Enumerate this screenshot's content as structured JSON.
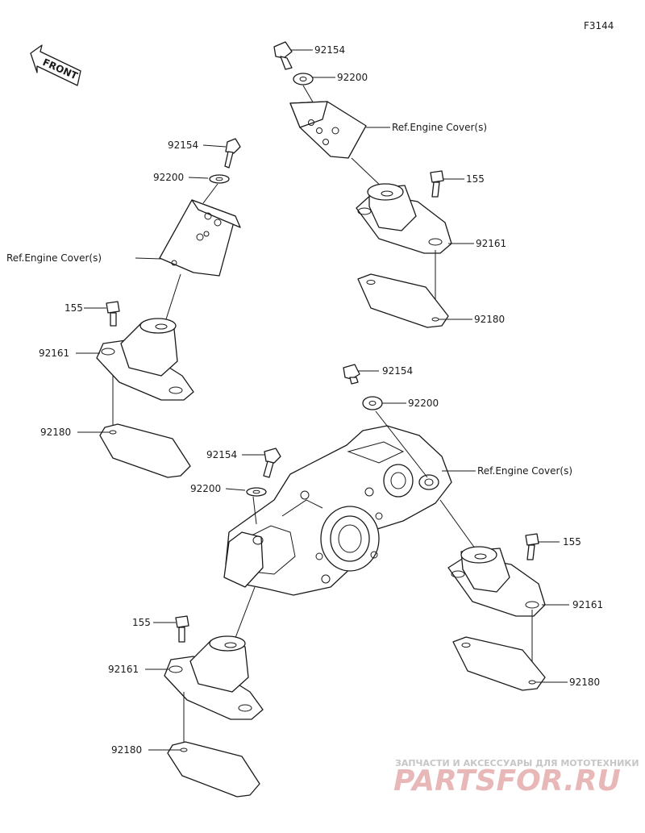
{
  "figure_code": "F3144",
  "front_label": "FRONT",
  "labels": {
    "bolt": "92154",
    "washer": "92200",
    "ref_cover": "Ref.Engine Cover(s)",
    "bolt_short": "155",
    "mount": "92161",
    "gasket": "92180"
  },
  "watermark": {
    "line1": "ЗАПЧАСТИ И АКСЕССУАРЫ ДЛЯ МОТОТЕХНИКИ",
    "line2": "PARTSFOR.RU"
  },
  "colors": {
    "line": "#1a1a1a",
    "watermark_text": "#c6c6c6",
    "watermark_logo": "#e8b7b7"
  }
}
